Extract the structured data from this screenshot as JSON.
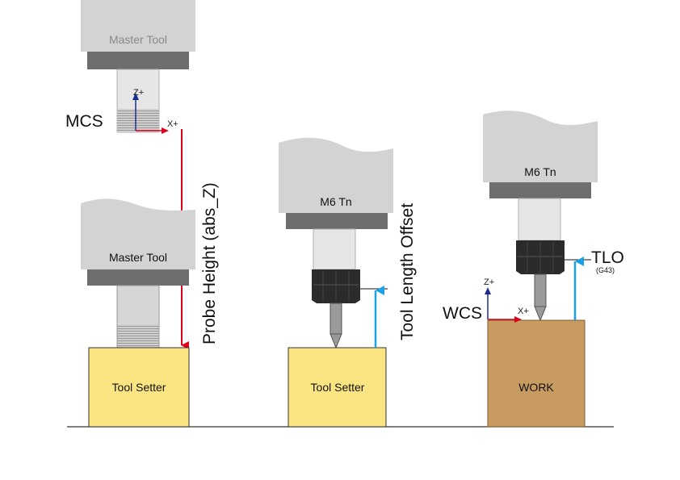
{
  "labels": {
    "master_tool_top": "Master Tool",
    "master_tool_mid": "Master Tool",
    "tool_setter_left": "Tool Setter",
    "tool_setter_mid": "Tool Setter",
    "work": "WORK",
    "m6_mid": "M6 Tn",
    "m6_right": "M6 Tn",
    "mcs": "MCS",
    "wcs": "WCS",
    "z_plus_mcs": "Z+",
    "x_plus_mcs": "X+",
    "z_plus_wcs": "Z+",
    "x_plus_wcs": "X+",
    "probe_height": "Probe Height (abs_Z)",
    "tool_length_offset": "Tool Length Offset",
    "tlo": "TLO",
    "g43": "(G43)"
  },
  "colors": {
    "spindle_light": "#d3d3d3",
    "spindle_dark": "#6e6e6e",
    "holder": "#e6e6e6",
    "setter": "#fbe583",
    "work": "#c89c60",
    "probe_arrow": "#e0001b",
    "tlo_arrow": "#1aa2e6",
    "axis_z": "#1f2a8f",
    "axis_x": "#e0001b"
  }
}
